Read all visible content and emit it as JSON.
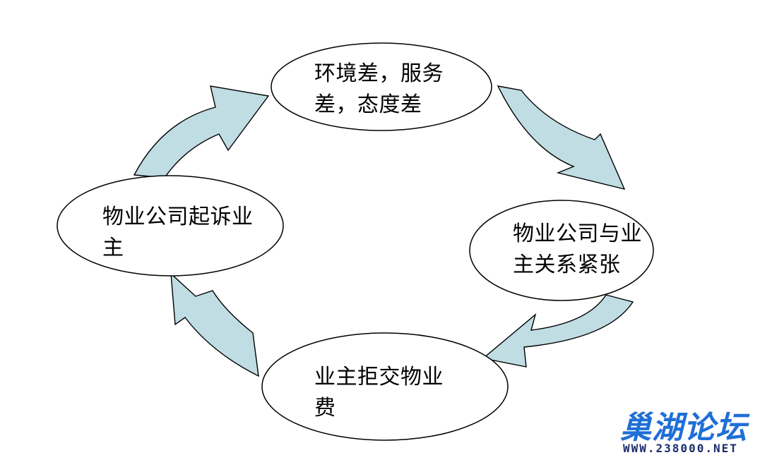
{
  "diagram": {
    "type": "cycle",
    "colors": {
      "arrow_fill": "#bfdde3",
      "outline": "#000000",
      "node_fill": "#ffffff"
    },
    "nodes": [
      {
        "id": "n1",
        "text": "环境差，服务\n差，态度差"
      },
      {
        "id": "n2",
        "text": "物业公司与业\n主关系紧张"
      },
      {
        "id": "n3",
        "text": "业主拒交物业\n费"
      },
      {
        "id": "n4",
        "text": "物业公司起诉业\n主"
      }
    ],
    "edges": [
      {
        "from": "n1",
        "to": "n2"
      },
      {
        "from": "n2",
        "to": "n3"
      },
      {
        "from": "n3",
        "to": "n4"
      },
      {
        "from": "n4",
        "to": "n1"
      }
    ]
  },
  "watermark": {
    "logo_text": "巢湖论坛",
    "url": "WWW.238000.NET"
  }
}
